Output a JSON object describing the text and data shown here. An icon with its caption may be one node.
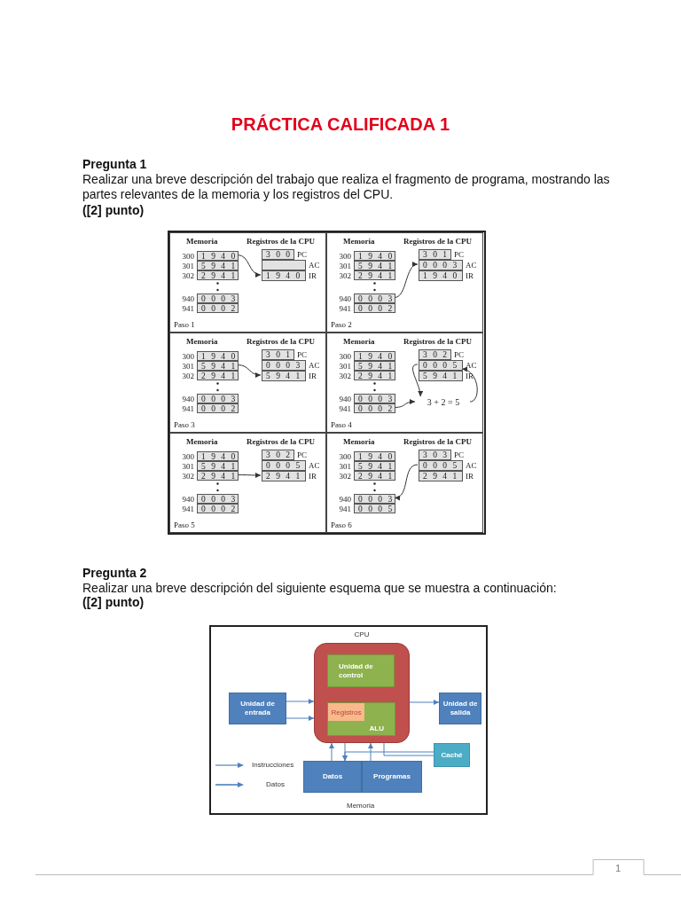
{
  "diagram": {
    "title": "PRÁCTICA CALIFICADA 1",
    "nodes": [
      {
        "text": [
          "Memoria",
          "Registros de la CPU",
          "Paso 1"
        ]
      },
      {
        "text": [
          "1 9 4 0"
        ],
        "beside": [
          "300"
        ],
        "in": 0
      },
      {
        "text": [
          "5 9 4 1"
        ],
        "beside": [
          "301"
        ],
        "in": 0
      },
      {
        "text": [
          "2 9 4 1"
        ],
        "beside": [
          "302"
        ],
        "in": 0
      },
      {
        "text": [
          "0 0 0 3"
        ],
        "beside": [
          "940"
        ],
        "in": 0
      },
      {
        "text": [
          "0 0 0 2"
        ],
        "beside": [
          "941"
        ],
        "in": 0
      },
      {
        "text": [
          "3 0 0"
        ],
        "beside": [
          "PC"
        ],
        "in": 0
      },
      {
        "text": [],
        "shape": "box",
        "beside": [
          "AC"
        ],
        "in": 0
      },
      {
        "text": [
          "1 9 4 0"
        ],
        "beside": [
          "IR"
        ],
        "in": 0
      },
      {
        "text": [
          "Memoria",
          "Registros de la CPU",
          "Paso 2"
        ]
      },
      {
        "text": [
          "1 9 4 0"
        ],
        "beside": [
          "300"
        ],
        "in": 9
      },
      {
        "text": [
          "5 9 4 1"
        ],
        "beside": [
          "301"
        ],
        "in": 9
      },
      {
        "text": [
          "2 9 4 1"
        ],
        "beside": [
          "302"
        ],
        "in": 9
      },
      {
        "text": [
          "0 0 0 3"
        ],
        "beside": [
          "940"
        ],
        "in": 9
      },
      {
        "text": [
          "0 0 0 2"
        ],
        "beside": [
          "941"
        ],
        "in": 9
      },
      {
        "text": [
          "3 0 1"
        ],
        "beside": [
          "PC"
        ],
        "in": 9
      },
      {
        "text": [
          "0 0 0 3"
        ],
        "beside": [
          "AC"
        ],
        "in": 9
      },
      {
        "text": [
          "1 9 4 0"
        ],
        "beside": [
          "IR"
        ],
        "in": 9
      },
      {
        "text": [
          "Memoria",
          "Registros de la CPU",
          "Paso 3"
        ]
      },
      {
        "text": [
          "1 9 4 0"
        ],
        "beside": [
          "300"
        ],
        "in": 18
      },
      {
        "text": [
          "5 9 4 1"
        ],
        "beside": [
          "301"
        ],
        "in": 18
      },
      {
        "text": [
          "2 9 4 1"
        ],
        "beside": [
          "302"
        ],
        "in": 18
      },
      {
        "text": [
          "0 0 0 3"
        ],
        "beside": [
          "940"
        ],
        "in": 18
      },
      {
        "text": [
          "0 0 0 2"
        ],
        "beside": [
          "941"
        ],
        "in": 18
      },
      {
        "text": [
          "3 0 1"
        ],
        "beside": [
          "PC"
        ],
        "in": 18
      },
      {
        "text": [
          "0 0 0 3"
        ],
        "beside": [
          "AC"
        ],
        "in": 18
      },
      {
        "text": [
          "5 9 4 1"
        ],
        "beside": [
          "IR"
        ],
        "in": 18
      },
      {
        "text": [
          "Memoria",
          "Registros de la CPU",
          "Paso 4"
        ]
      },
      {
        "text": [
          "1 9 4 0"
        ],
        "beside": [
          "300"
        ],
        "in": 27
      },
      {
        "text": [
          "5 9 4 1"
        ],
        "beside": [
          "301"
        ],
        "in": 27
      },
      {
        "text": [
          "2 9 4 1"
        ],
        "beside": [
          "302"
        ],
        "in": 27
      },
      {
        "text": [
          "0 0 0 3"
        ],
        "beside": [
          "940"
        ],
        "in": 27
      },
      {
        "text": [
          "0 0 0 2"
        ],
        "beside": [
          "941"
        ],
        "in": 27
      },
      {
        "text": [
          "3 0 2"
        ],
        "beside": [
          "PC"
        ],
        "in": 27
      },
      {
        "text": [
          "0 0 0 5"
        ],
        "beside": [
          "AC"
        ],
        "in": 27
      },
      {
        "text": [
          "5 9 4 1"
        ],
        "beside": [
          "IR"
        ],
        "in": 27
      },
      {
        "text": [
          "3 + 2 = 5"
        ],
        "in": 27
      },
      {
        "text": [
          "Memoria",
          "Registros de la CPU",
          "Paso 5"
        ]
      },
      {
        "text": [
          "1 9 4 0"
        ],
        "beside": [
          "300"
        ],
        "in": 37
      },
      {
        "text": [
          "5 9 4 1"
        ],
        "beside": [
          "301"
        ],
        "in": 37
      },
      {
        "text": [
          "2 9 4 1"
        ],
        "beside": [
          "302"
        ],
        "in": 37
      },
      {
        "text": [
          "0 0 0 3"
        ],
        "beside": [
          "940"
        ],
        "in": 37
      },
      {
        "text": [
          "0 0 0 2"
        ],
        "beside": [
          "941"
        ],
        "in": 37
      },
      {
        "text": [
          "3 0 2"
        ],
        "beside": [
          "PC"
        ],
        "in": 37
      },
      {
        "text": [
          "0 0 0 5"
        ],
        "beside": [
          "AC"
        ],
        "in": 37
      },
      {
        "text": [
          "2 9 4 1"
        ],
        "beside": [
          "IR"
        ],
        "in": 37
      },
      {
        "text": [
          "Memoria",
          "Registros de la CPU",
          "Paso 6"
        ]
      },
      {
        "text": [
          "1 9 4 0"
        ],
        "beside": [
          "300"
        ],
        "in": 46
      },
      {
        "text": [
          "5 9 4 1"
        ],
        "beside": [
          "301"
        ],
        "in": 46
      },
      {
        "text": [
          "2 9 4 1"
        ],
        "beside": [
          "302"
        ],
        "in": 46
      },
      {
        "text": [
          "0 0 0 3"
        ],
        "beside": [
          "940"
        ],
        "in": 46
      },
      {
        "text": [
          "0 0 0 5"
        ],
        "beside": [
          "941"
        ],
        "in": 46
      },
      {
        "text": [
          "3 0 3"
        ],
        "beside": [
          "PC"
        ],
        "in": 46
      },
      {
        "text": [
          "0 0 0 5"
        ],
        "beside": [
          "AC"
        ],
        "in": 46
      },
      {
        "text": [
          "2 9 4 1"
        ],
        "beside": [
          "IR"
        ],
        "in": 46
      },
      {
        "text": [
          "CPU"
        ]
      },
      {
        "text": [
          "Unidad de control"
        ],
        "in": 55
      },
      {
        "text": [
          "ALU"
        ],
        "in": 55
      },
      {
        "text": [
          "Registros"
        ],
        "in": 57
      },
      {
        "text": [
          "Unidad de entrada"
        ]
      },
      {
        "text": [
          "Unidad de salida"
        ]
      },
      {
        "text": [
          "Caché"
        ]
      },
      {
        "text": [
          "Datos"
        ]
      },
      {
        "text": [
          "Programas"
        ]
      }
    ],
    "edges": [
      {
        "from": 1,
        "to": 8,
        "arrow": "to"
      },
      {
        "from": 13,
        "to": 16,
        "arrow": "to"
      },
      {
        "from": 20,
        "to": 26,
        "arrow": "to"
      },
      {
        "from": 34,
        "to": 36,
        "arrow": "to"
      },
      {
        "from": 32,
        "to": 36,
        "arrow": "to"
      },
      {
        "from": 36,
        "to": 34,
        "arrow": "to"
      },
      {
        "from": 40,
        "to": 45,
        "arrow": "to"
      },
      {
        "from": 53,
        "to": 50,
        "arrow": "to"
      },
      {
        "from": 59,
        "to": 55,
        "arrow": "to",
        "color": "#4f81bd"
      },
      {
        "from": 59,
        "to": 55,
        "arrow": "to",
        "color": "#4f81bd"
      },
      {
        "from": 55,
        "to": 60,
        "arrow": "to",
        "color": "#4f81bd"
      },
      {
        "from": 62,
        "to": 55,
        "arrow": "to",
        "color": "#4f81bd"
      },
      {
        "from": 55,
        "to": 62,
        "arrow": "to",
        "color": "#4f81bd"
      },
      {
        "from": 63,
        "to": 55,
        "arrow": "to",
        "color": "#4f81bd"
      },
      {
        "from": 61,
        "to": 55,
        "arrow": "none",
        "color": "#4f81bd"
      },
      {
        "from": 61,
        "to": 62,
        "arrow": "to",
        "color": "#4f81bd"
      }
    ],
    "labels": [
      "Pregunta 1",
      "Realizar una breve descripción del trabajo que realiza el fragmento de programa, mostrando las partes relevantes de la memoria y los registros del CPU.",
      "([2] punto)",
      "Pregunta 2",
      "Realizar una breve descripción del siguiente esquema que se muestra a continuación:",
      "([2] punto)",
      "Memoria",
      "1"
    ],
    "legend": [
      {
        "text": "Instrucciones"
      },
      {
        "text": "Datos"
      }
    ]
  }
}
